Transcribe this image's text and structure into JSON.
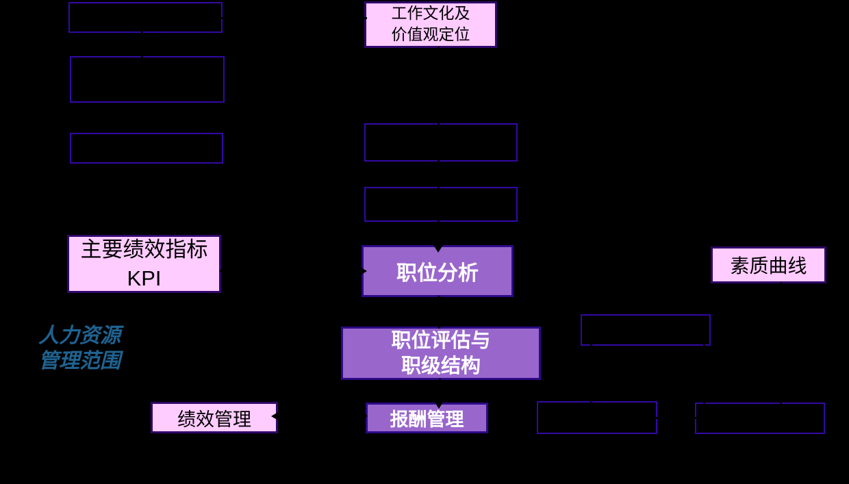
{
  "canvas": {
    "background": "#000000"
  },
  "palette": {
    "pink_fill": "#ffccff",
    "purple_fill": "#9966cc",
    "black_box_border": "#3309a6",
    "pink_box_border": "#30086b",
    "purple_box_border": "#2d0a87",
    "dark_text": "#000000",
    "light_text": "#ffffff",
    "annotation_text": "#1f6391",
    "connector_color": "#000000"
  },
  "nodes": {
    "work_culture": {
      "lines": [
        "工作文化及",
        "价值观定位"
      ]
    },
    "kpi": {
      "lines": [
        "主要绩效指标",
        "KPI"
      ]
    },
    "job_analysis": {
      "label": "职位分析"
    },
    "competency_curve": {
      "label": "素质曲线"
    },
    "job_evaluation": {
      "lines": [
        "职位评估与",
        "职级结构"
      ]
    },
    "performance_mgmt": {
      "label": "绩效管理"
    },
    "compensation_mgmt": {
      "label": "报酬管理"
    }
  },
  "annotations": {
    "hr_scope": {
      "lines": [
        "人力资源",
        "管理范围"
      ]
    }
  }
}
